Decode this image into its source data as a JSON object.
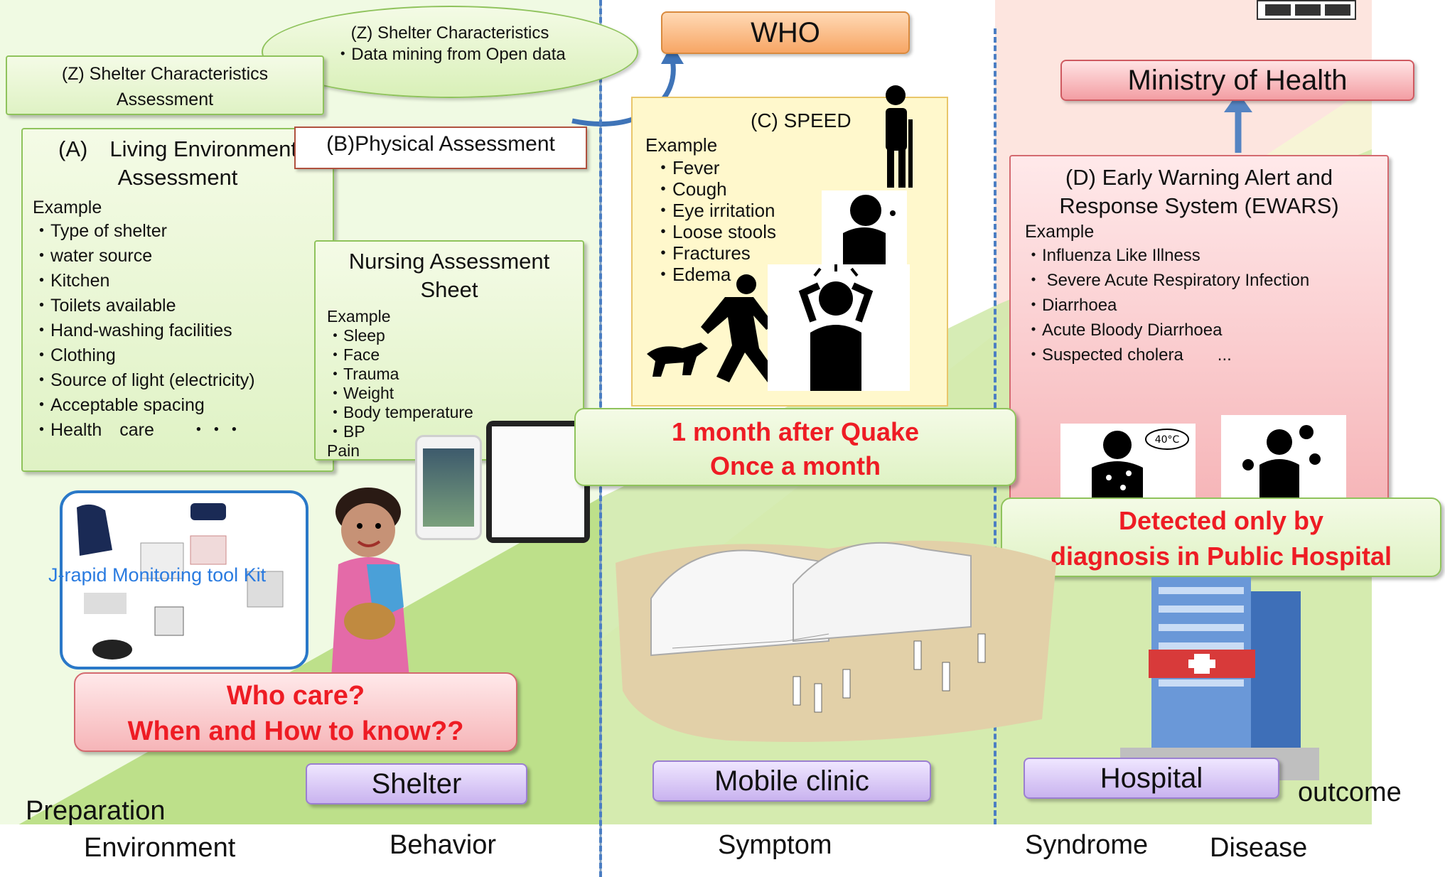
{
  "who_label": "WHO",
  "ministry_label": "Ministry of Health",
  "shelter_char_bubble": {
    "title": "(Z) Shelter Characteristics",
    "item": "・Data mining from Open data"
  },
  "shelter_char_assessment": "(Z) Shelter Characteristics Assessment",
  "physical_assessment": "(B)Physical Assessment",
  "living_env": {
    "title": "(A)　Living Environment Assessment",
    "example_label": "Example",
    "items": [
      "・Type of shelter",
      "・water source",
      "・Kitchen",
      "・Toilets available",
      "・Hand-washing facilities",
      "・Clothing",
      "・Source of light (electricity)",
      "・Acceptable spacing",
      "・Health　care　　・・・"
    ]
  },
  "nursing": {
    "title": "Nursing Assessment Sheet",
    "example_label": "Example",
    "items": [
      "・Sleep",
      "・Face",
      "・Trauma",
      "・Weight",
      "・Body temperature",
      "・BP",
      "Pain"
    ]
  },
  "speed": {
    "title": "(C) SPEED",
    "example_label": "Example",
    "items": [
      "・Fever",
      "・Cough",
      "・Eye irritation",
      "・Loose stools",
      "・Fractures",
      "・Edema"
    ]
  },
  "ewars": {
    "title": "(D) Early Warning Alert and Response System (EWARS)",
    "example_label": "Example",
    "items": [
      "・Influenza Like Illness",
      "・ Severe Acute Respiratory Infection",
      "・Diarrhoea",
      "・Acute Bloody Diarrhoea",
      "・Suspected cholera　　..."
    ]
  },
  "callout_month": {
    "line1": "1 month after Quake",
    "line2": "Once a month"
  },
  "callout_hospital": {
    "line1": "Detected  only by",
    "line2": "diagnosis in Public Hospital"
  },
  "callout_who_care": {
    "line1": "Who care?",
    "line2": "When and How to know??"
  },
  "kit_label": "J-rapid Monitoring tool Kit",
  "thermo_label": "40°C",
  "places": {
    "shelter": "Shelter",
    "mobile_clinic": "Mobile clinic",
    "hospital": "Hospital"
  },
  "axis": {
    "preparation": "Preparation",
    "environment": "Environment",
    "behavior": "Behavior",
    "symptom": "Symptom",
    "syndrome": "Syndrome",
    "disease": "Disease",
    "outcome": "outcome"
  },
  "colors": {
    "green_panel": "#eef9df",
    "green_triangle": "#cbe89e",
    "pink_panel": "#fbe0da",
    "dash_blue": "#4b7ec3",
    "callout_red": "#ee1c24"
  }
}
